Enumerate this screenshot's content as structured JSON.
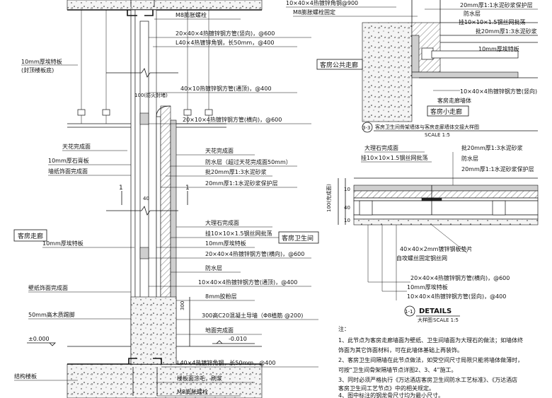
{
  "main_section": {
    "labels_left": {
      "wall_panel": "10mm厚埃特板",
      "wall_panel_note": "(封顶楼板底)",
      "ceiling_finish": "天花完成面",
      "stone_board": "10mm厚石膏板",
      "wallpaper_finish": "墙纸饰面完成面",
      "room_corridor_title": "客房走廊",
      "ette_board": "10mm厚埃特板",
      "paint_finish": "壁纸饰面完成面",
      "skirting": "50mm高木质踢脚",
      "level_zero": "±0.000",
      "floor_slab": "结构楼板"
    },
    "labels_top": {
      "expansion_bolt_top": "M8膨胀螺栓",
      "steel_pipe_top": "20×40×4热镀锌钢方管(竖向)，@600",
      "angle_steel_top": "L40×4热镀锌角钢，长50mm，@400",
      "pipe_through": "40×10热镀锌钢方管(通顶)，@400",
      "pipe_horizontal": "20×10×4热镀锌钢方管(横向)，@600",
      "dim_100": "100(防火封堵)"
    },
    "labels_right": {
      "ceiling_finish": "天花完成面",
      "waterproof": "防水层（超过天花完成面50mm）",
      "cement_mortar": "批20mm厚1:3水泥砂浆",
      "protect_layer": "20mm厚1:1水泥砂浆保护层",
      "marble_finish": "大理石完成面",
      "mesh": "挂10×10×1.5钢丝网批荡",
      "bathroom_title": "客房卫生间",
      "ette_board": "10mm厚埃特板",
      "pipe_horizontal": "20×40×4热镀锌钢方管(横向)，@600",
      "waterproof2": "防水层",
      "pipe_through2": "10×40×4热镀锌钢方管(通顶)，@400",
      "glue_layer": "8mm胶粉层",
      "curb": "300高C20混凝土导墙（Φ8植筋 @200)",
      "floor_finish": "地面完成面",
      "angle_steel_bottom": "L40×4热镀锌角钢，长50mm，@400",
      "floor_membrane": "楼板面涂毛，刷浆",
      "expansion_bolt_bottom": "M8膨胀螺栓"
    },
    "dimensions": {
      "h300": "300",
      "level_neg": "-0.010",
      "dim_40": "40",
      "section_mark": "1"
    }
  },
  "detail_33": {
    "labels": {
      "top1": "10×40×4热镀锌角钢@900",
      "top2": "M8膨胀螺栓固定",
      "r1": "20mm厚1:1水泥砂浆保护层",
      "r2": "防水层",
      "r3": "挂10×10×1.5钢丝网批荡",
      "r4": "批20mm厚1:3水泥砂浆",
      "r5": "10mm厚埃特板",
      "corridor": "客房公共走廊",
      "pipe": "10×40×4热镀锌钢方管(竖向)",
      "wall": "客房走廊墙体",
      "small_corridor": "客房小走廊"
    },
    "title_num": "3-3",
    "title": "客房卫生间骨架墙体与客房走廊墙体交接大样图",
    "scale": "SCALE 1:5"
  },
  "detail_11": {
    "labels": {
      "marble": "大理石完成面",
      "mesh": "挂10×10×1.5钢丝网批荡",
      "mortar": "批20mm厚1:3水泥砂浆",
      "waterproof": "防水层",
      "protect": "20mm厚1:1水泥砂浆保护层",
      "shim": "40×40×2mm镀锌钢板垫片",
      "screw": "自攻螺丝固定钢丝网",
      "pipe_h": "20×40×4热镀锌钢方管(横向)，@600",
      "board": "10mm厚埃特板",
      "pipe_v": "10×40×4热镀锌钢方管(竖向)，@400"
    },
    "dims": [
      "10",
      "40",
      "10",
      "100(完成面)"
    ],
    "title_num": "1-1",
    "title": "DETAILS",
    "subtitle": "大样图",
    "scale": "SCALE 1:5"
  },
  "notes": {
    "heading": "注：",
    "lines": [
      "1、此节点为客房走廊墙面为壁纸、卫生间墙面为大理石的做法；如墙体终",
      "饰面为其它饰面材料，可在此墙体基础上再装饰。",
      "2、客房卫生间隔墙在此节点做法，如受空间尺寸局限只能将墙体做薄时，",
      "可按“卫生间骨架隔墙节点详图2、3、4”施工。",
      "3、同时必须严格执行《万达酒店客房卫生间防水工艺标准》、《万达酒店",
      "客房卫生间工艺节点》中的相关规定。",
      "4、图中标注的钢龙骨尺寸均为最小尺寸。"
    ]
  }
}
